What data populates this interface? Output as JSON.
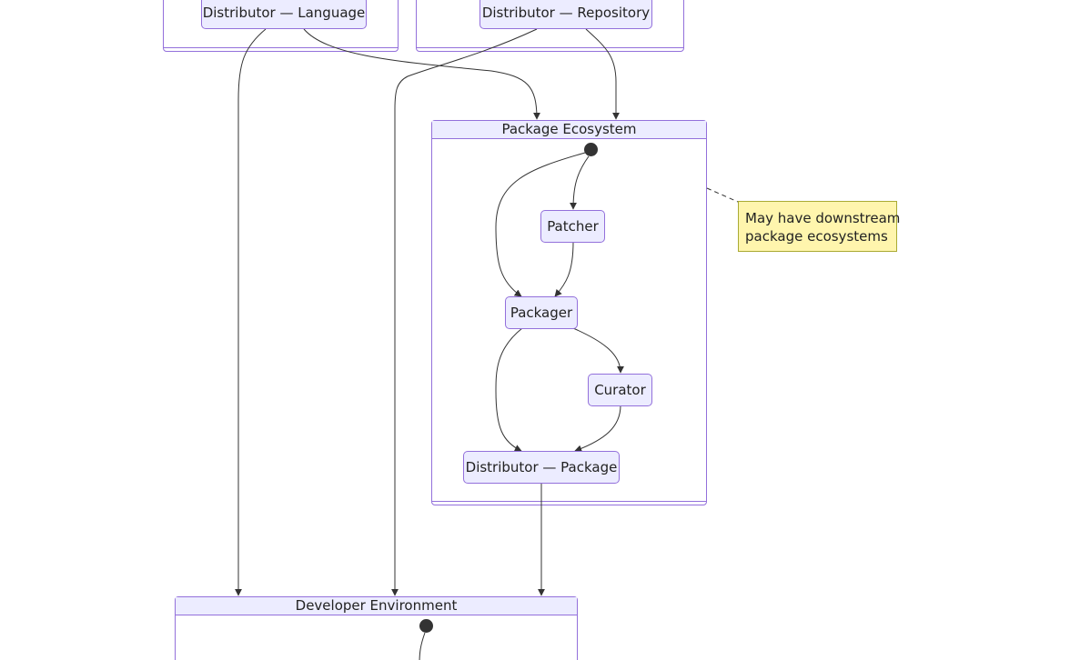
{
  "diagram": {
    "type": "state-diagram",
    "colors": {
      "node_fill": "#ECECFF",
      "node_border": "#9370DB",
      "edge": "#333333",
      "note_fill": "#fff5ad",
      "note_border": "#aaaa33"
    },
    "nodes": {
      "dist_language": "Distributor — Language",
      "dist_repository": "Distributor — Repository",
      "patcher": "Patcher",
      "packager": "Packager",
      "curator": "Curator",
      "dist_package": "Distributor — Package"
    },
    "clusters": {
      "package_ecosystem": "Package Ecosystem",
      "developer_environment": "Developer Environment"
    },
    "note": {
      "line1": "May have downstream",
      "line2": "package ecosystems"
    },
    "edges": [
      {
        "from": "Distributor — Language",
        "to": "Developer Environment"
      },
      {
        "from": "Distributor — Language",
        "to": "Package Ecosystem"
      },
      {
        "from": "Distributor — Repository",
        "to": "Developer Environment"
      },
      {
        "from": "Distributor — Repository",
        "to": "Package Ecosystem"
      },
      {
        "from": "start",
        "to": "Patcher"
      },
      {
        "from": "start",
        "to": "Packager"
      },
      {
        "from": "Patcher",
        "to": "Packager"
      },
      {
        "from": "Packager",
        "to": "Curator"
      },
      {
        "from": "Packager",
        "to": "Distributor — Package"
      },
      {
        "from": "Curator",
        "to": "Distributor — Package"
      },
      {
        "from": "Distributor — Package",
        "to": "Developer Environment"
      }
    ]
  }
}
